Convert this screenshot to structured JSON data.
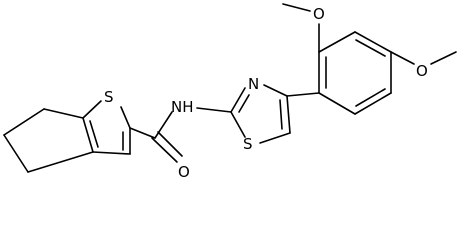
{
  "colors": {
    "background": "#ffffff",
    "bonds": "#000000",
    "labels": "#000000"
  },
  "atoms": {
    "ome_top_o": "O",
    "ome_top_me": "",
    "ome_right_o": "O",
    "thiazole_n": "N",
    "thiazole_s": "S",
    "amide_nh": "NH",
    "thiophene_s": "S",
    "carbonyl_o": "O"
  }
}
